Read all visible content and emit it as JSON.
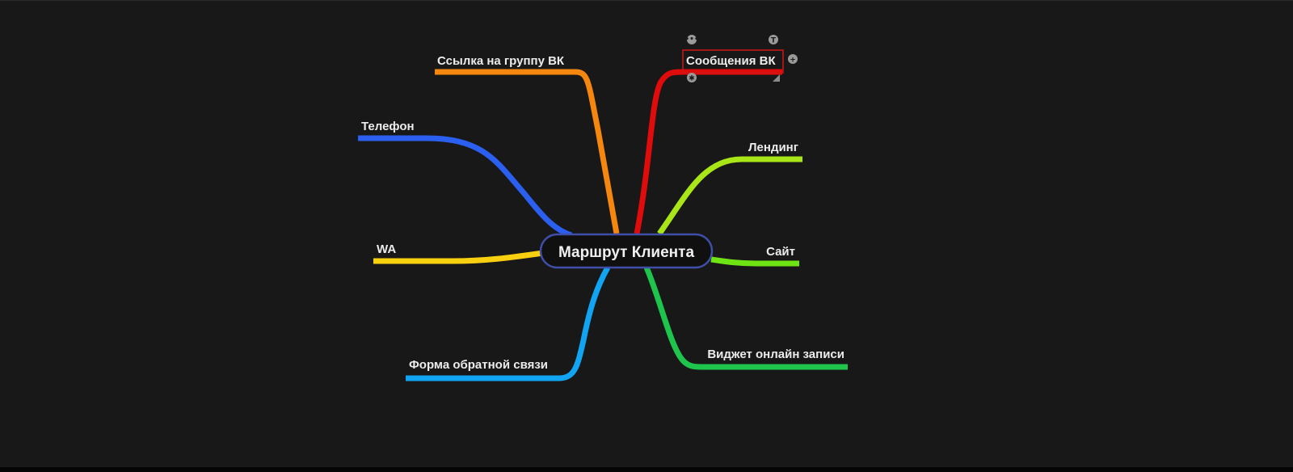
{
  "mindmap": {
    "root": {
      "label": "Маршрут Клиента",
      "border_color": "#3f4fa8"
    },
    "branches": [
      {
        "id": "vk-group",
        "label": "Ссылка на группу ВК",
        "color": "#f5870f",
        "selected": false
      },
      {
        "id": "vk-messages",
        "label": "Сообщения ВК",
        "color": "#e00b0b",
        "selected": true
      },
      {
        "id": "phone",
        "label": "Телефон",
        "color": "#2b5ff0",
        "selected": false
      },
      {
        "id": "landing",
        "label": "Лендинг",
        "color": "#a9e617",
        "selected": false
      },
      {
        "id": "wa",
        "label": "WA",
        "color": "#f9d00f",
        "selected": false
      },
      {
        "id": "site",
        "label": "Сайт",
        "color": "#6ee414",
        "selected": false
      },
      {
        "id": "feedback-form",
        "label": "Форма обратной связи",
        "color": "#11a4f2",
        "selected": false
      },
      {
        "id": "booking-widget",
        "label": "Виджет онлайн записи",
        "color": "#1ec44b",
        "selected": false
      }
    ],
    "selection_border_color": "#d01616"
  },
  "node_controls": {
    "more": {
      "icon": "more-dots-icon",
      "glyph": "•••"
    },
    "text": {
      "icon": "text-format-icon",
      "glyph": "T"
    },
    "add": {
      "icon": "add-child-icon",
      "glyph": "+"
    },
    "star": {
      "icon": "asterisk-icon",
      "glyph": "✱"
    },
    "resize": {
      "icon": "resize-corner-icon"
    }
  }
}
